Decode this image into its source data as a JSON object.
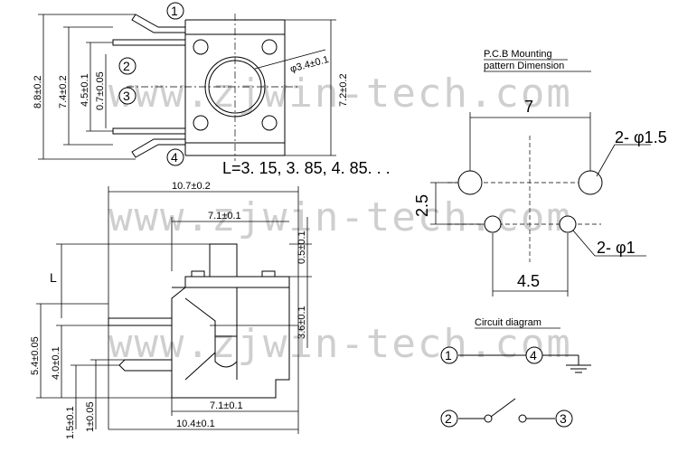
{
  "watermark": "www.zjwin-tech.com",
  "top_view": {
    "dims": [
      "8.8±0.2",
      "7.4±0.2",
      "4.5±0.1",
      "0.7±0.05",
      "7.2±0.2",
      "φ3.4±0.1"
    ],
    "pins": [
      "1",
      "2",
      "3",
      "4"
    ]
  },
  "length_note": "L=3. 15, 3. 85, 4. 85. . .",
  "side_view": {
    "dims_top": [
      "10.7±0.2",
      "7.1±0.1"
    ],
    "dims_right": [
      "0.5±0.1",
      "3.6±0.1"
    ],
    "dims_left": [
      "5.4±0.05",
      "4.0±0.1",
      "1.5±0.1",
      "1±0.05"
    ],
    "dims_bottom": [
      "7.1±0.1",
      "10.4±0.1"
    ],
    "L_label": "L"
  },
  "pcb": {
    "title_1": "P.C.B Mounting",
    "title_2": "pattern Dimension",
    "dim_7": "7",
    "dim_2_5": "2.5",
    "dim_4_5": "4.5",
    "hole_big": "2- φ1.5",
    "hole_small": "2- φ1"
  },
  "circuit": {
    "title": "Circuit diagram",
    "pins": [
      "1",
      "4",
      "2",
      "3"
    ]
  },
  "colors": {
    "line": "#000000",
    "watermark": "#cfcfcf",
    "background": "#ffffff"
  }
}
